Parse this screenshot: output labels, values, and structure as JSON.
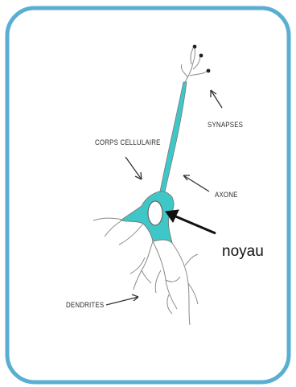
{
  "diagram": {
    "labels": {
      "synapses": "SYNAPSES",
      "corps_cellulaire": "CORPS CELLULAIRE",
      "axone": "AXONE",
      "noyau": "noyau",
      "dendrites": "DENDRITES"
    },
    "colors": {
      "frame_border": "#5aaed2",
      "neuron_fill": "#3fc7c7",
      "outline": "#7a7a7a",
      "arrow": "#111111"
    }
  }
}
